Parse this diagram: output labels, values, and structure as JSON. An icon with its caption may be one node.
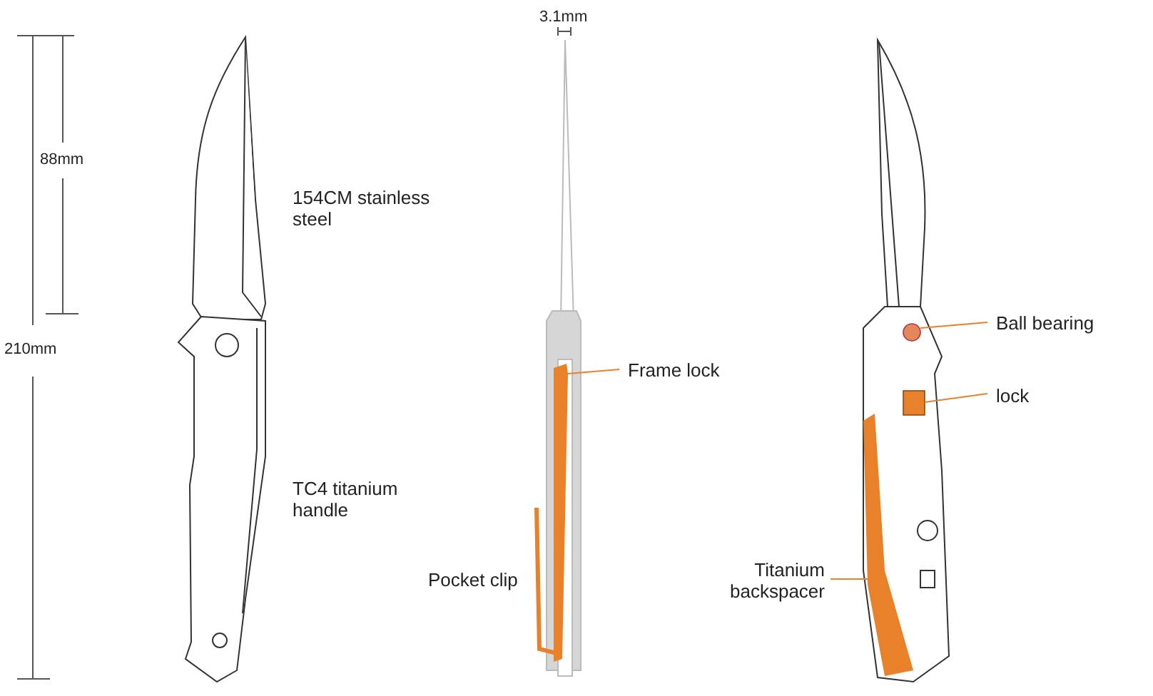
{
  "diagram": {
    "nodes": [
      {
        "text": [
          "Frame lock"
        ]
      },
      {
        "text": [],
        "shape": "bar"
      },
      {
        "text": [
          "Ball bearing"
        ]
      },
      {
        "text": [],
        "shape": "circle"
      },
      {
        "text": [
          "lock"
        ]
      },
      {
        "text": [],
        "shape": "box"
      },
      {
        "text": [
          "Titanium backspacer"
        ]
      },
      {
        "text": [],
        "shape": "bar"
      }
    ],
    "edges": [
      {
        "from": 0,
        "to": 1,
        "arrow": "none"
      },
      {
        "from": 2,
        "to": 3,
        "arrow": "none"
      },
      {
        "from": 4,
        "to": 5,
        "arrow": "none"
      },
      {
        "from": 6,
        "to": 7,
        "arrow": "none"
      }
    ],
    "labels": [
      "88mm",
      "210mm",
      "3.1mm",
      "154CM stainless steel",
      "TC4 titanium handle",
      "Pocket clip"
    ]
  }
}
